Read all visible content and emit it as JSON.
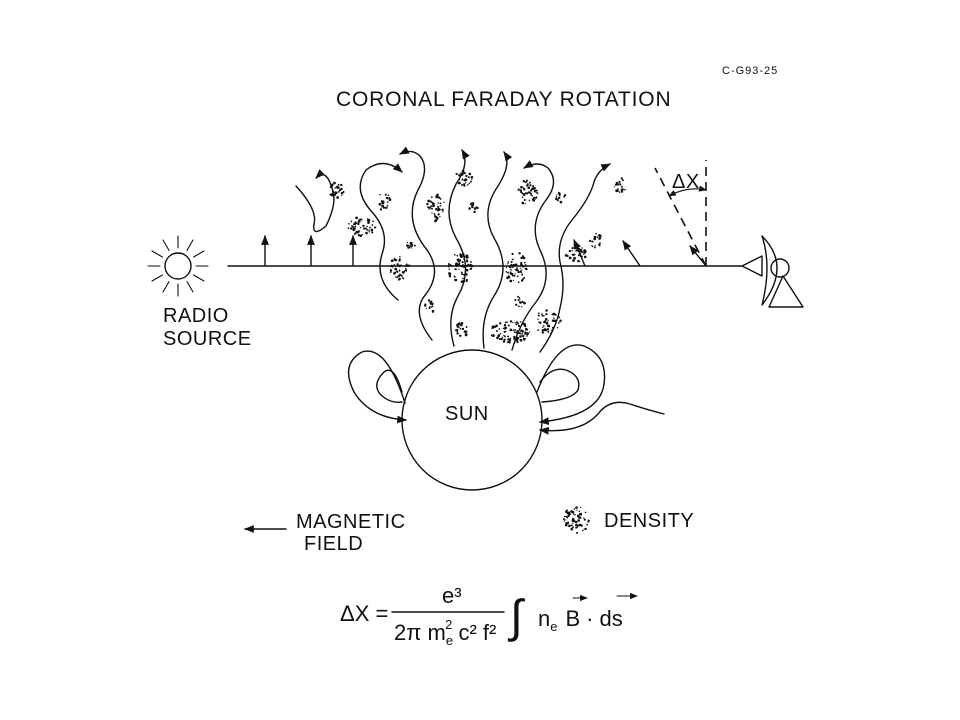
{
  "figure_code": "C-G93-25",
  "title": "CORONAL FARADAY ROTATION",
  "labels": {
    "radio_source_line1": "RADIO",
    "radio_source_line2": "SOURCE",
    "sun": "SUN",
    "rotation_angle": "ΔX"
  },
  "legend": {
    "magnetic_field_line1": "MAGNETIC",
    "magnetic_field_line2": "FIELD",
    "density": "DENSITY"
  },
  "equation": {
    "lhs": "ΔX =",
    "numerator": "e³",
    "denominator_a": "2π m",
    "denominator_sub": "e",
    "denominator_sup": "2",
    "denominator_b": " c² f²",
    "integral": "∫",
    "integrand_n": "n",
    "integrand_sub": "e",
    "integrand_B": "B",
    "integrand_dot": "·",
    "integrand_ds": "ds"
  }
}
